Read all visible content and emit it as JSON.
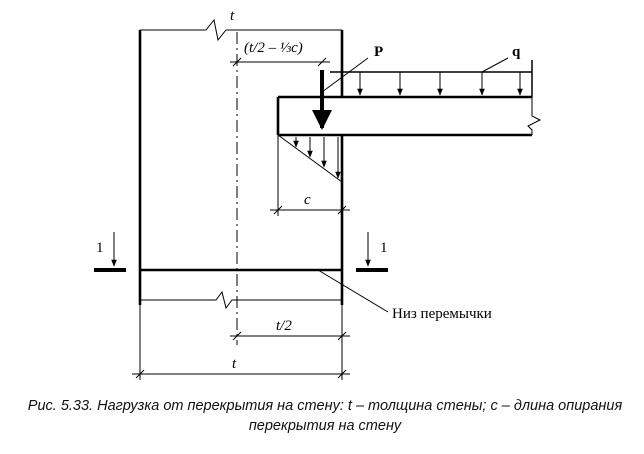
{
  "labels": {
    "t_top": "t",
    "offset": "(t/2 – ⅓c)",
    "force": "P",
    "load": "q",
    "bearing": "c",
    "section_left": "1",
    "section_right": "1",
    "lintel_bottom": "Низ перемычки",
    "half_t": "t/2",
    "t_bottom": "t"
  },
  "caption": "Рис. 5.33. Нагрузка от перекрытия на стену: t – толщина стены; с – длина опирания перекрытия на стену"
}
